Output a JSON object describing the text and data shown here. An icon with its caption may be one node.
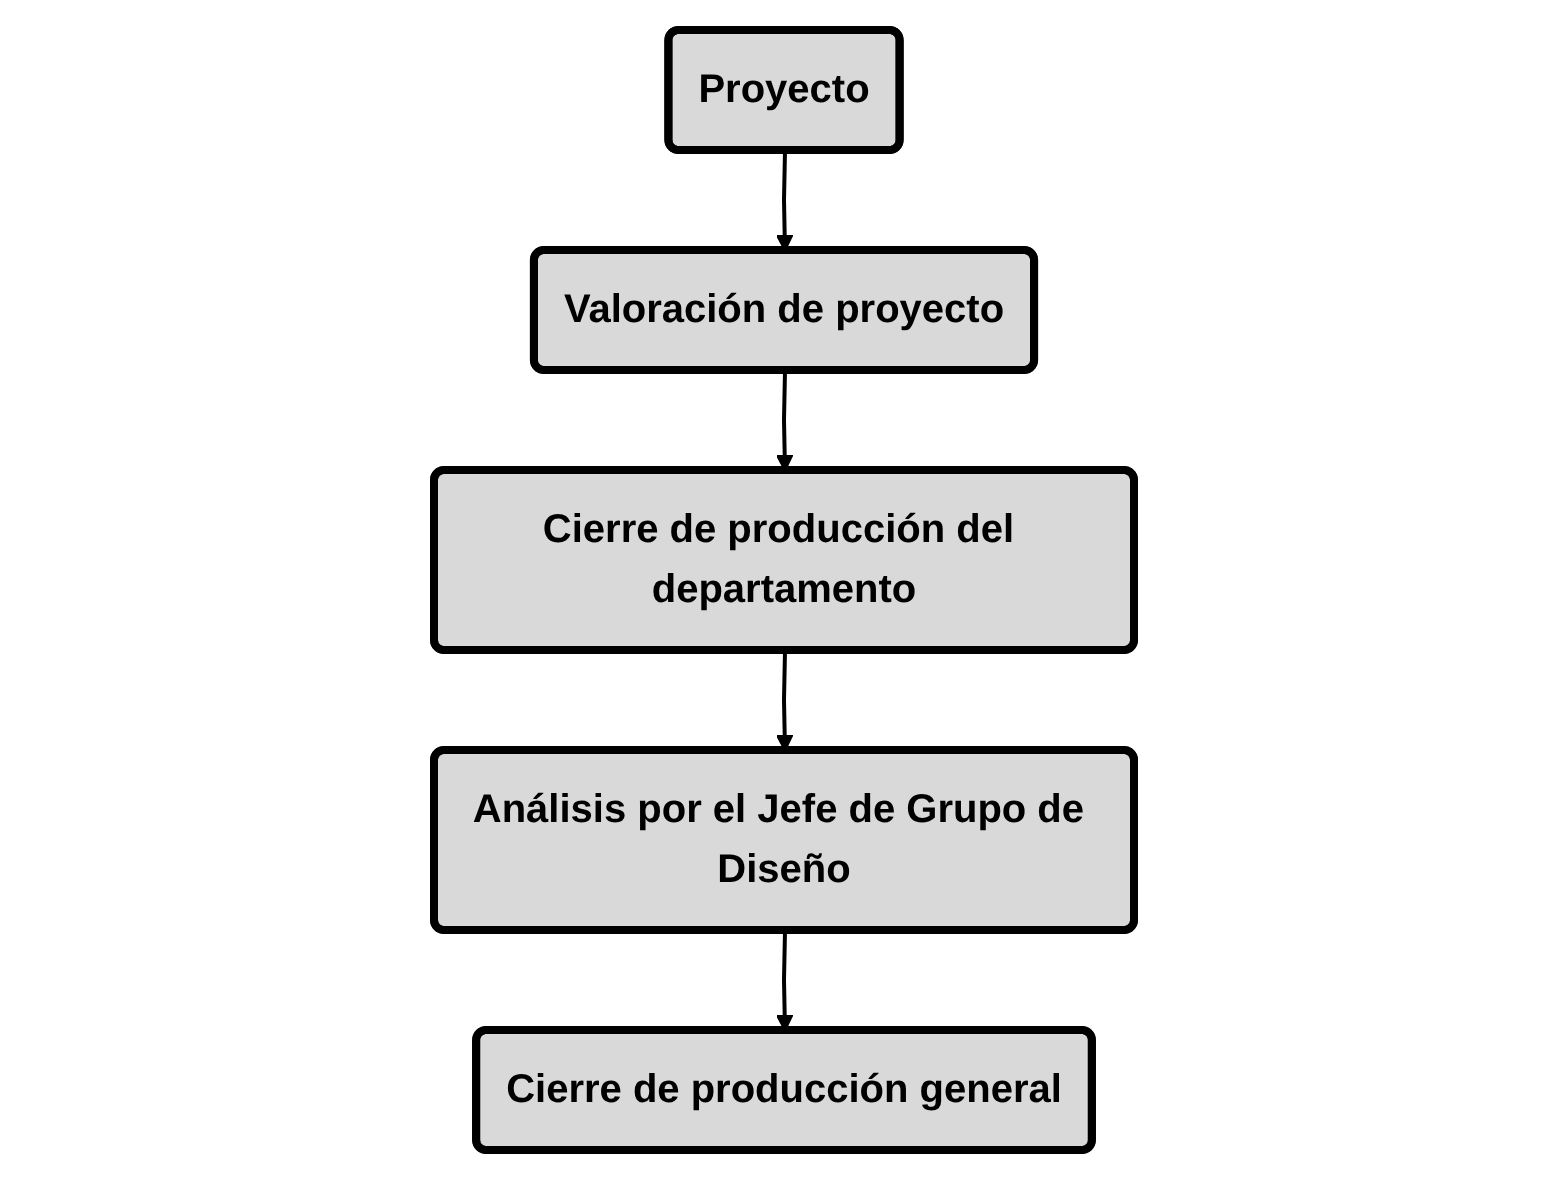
{
  "diagram": {
    "nodes": [
      {
        "text": [
          "Proyecto"
        ]
      },
      {
        "text": [
          "Valoración de proyecto"
        ]
      },
      {
        "text": [
          "Cierre de producción del departamento"
        ]
      },
      {
        "text": [
          "Análisis por el Jefe de Grupo de Diseño"
        ]
      },
      {
        "text": [
          "Cierre de producción general"
        ]
      }
    ],
    "edges": [
      {
        "from": 0,
        "to": 1,
        "arrow": "to"
      },
      {
        "from": 1,
        "to": 2,
        "arrow": "to"
      },
      {
        "from": 2,
        "to": 3,
        "arrow": "to"
      },
      {
        "from": 3,
        "to": 4,
        "arrow": "to"
      }
    ]
  }
}
